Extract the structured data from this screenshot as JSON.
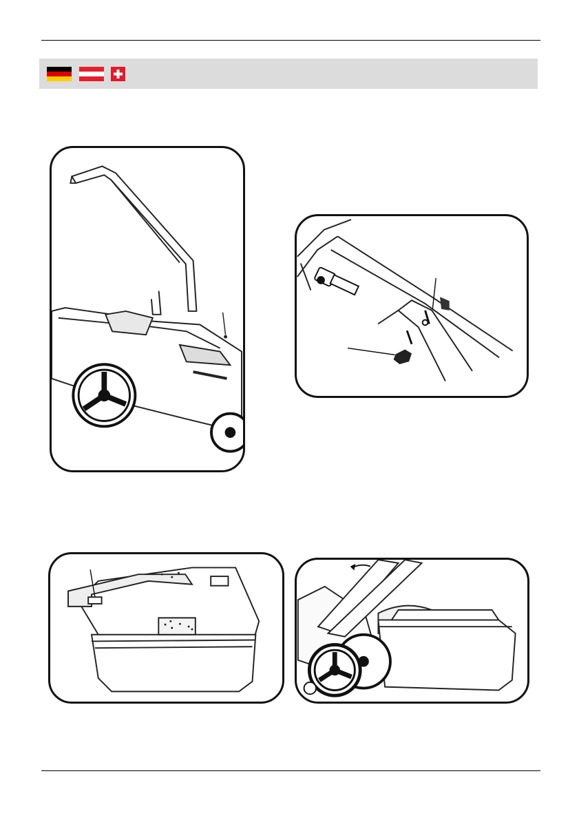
{
  "languages": [
    {
      "name": "german-flag",
      "colors": [
        "#000000",
        "#dd0000",
        "#ffce00"
      ]
    },
    {
      "name": "austrian-flag",
      "colors": [
        "#e4202f",
        "#ffffff",
        "#e4202f"
      ]
    },
    {
      "name": "swiss-flag",
      "colors": [
        "#e21b2b",
        "#ffffff"
      ]
    }
  ],
  "figures": [
    {
      "name": "handle-assembly-illustration",
      "depicts": "mower-handle-attach"
    },
    {
      "name": "handle-bolt-knob-illustration",
      "depicts": "bolt-and-knob"
    },
    {
      "name": "grass-box-illustration",
      "depicts": "grass-catcher-box"
    },
    {
      "name": "mower-grass-box-mount-illustration",
      "depicts": "mount-grass-box"
    }
  ]
}
